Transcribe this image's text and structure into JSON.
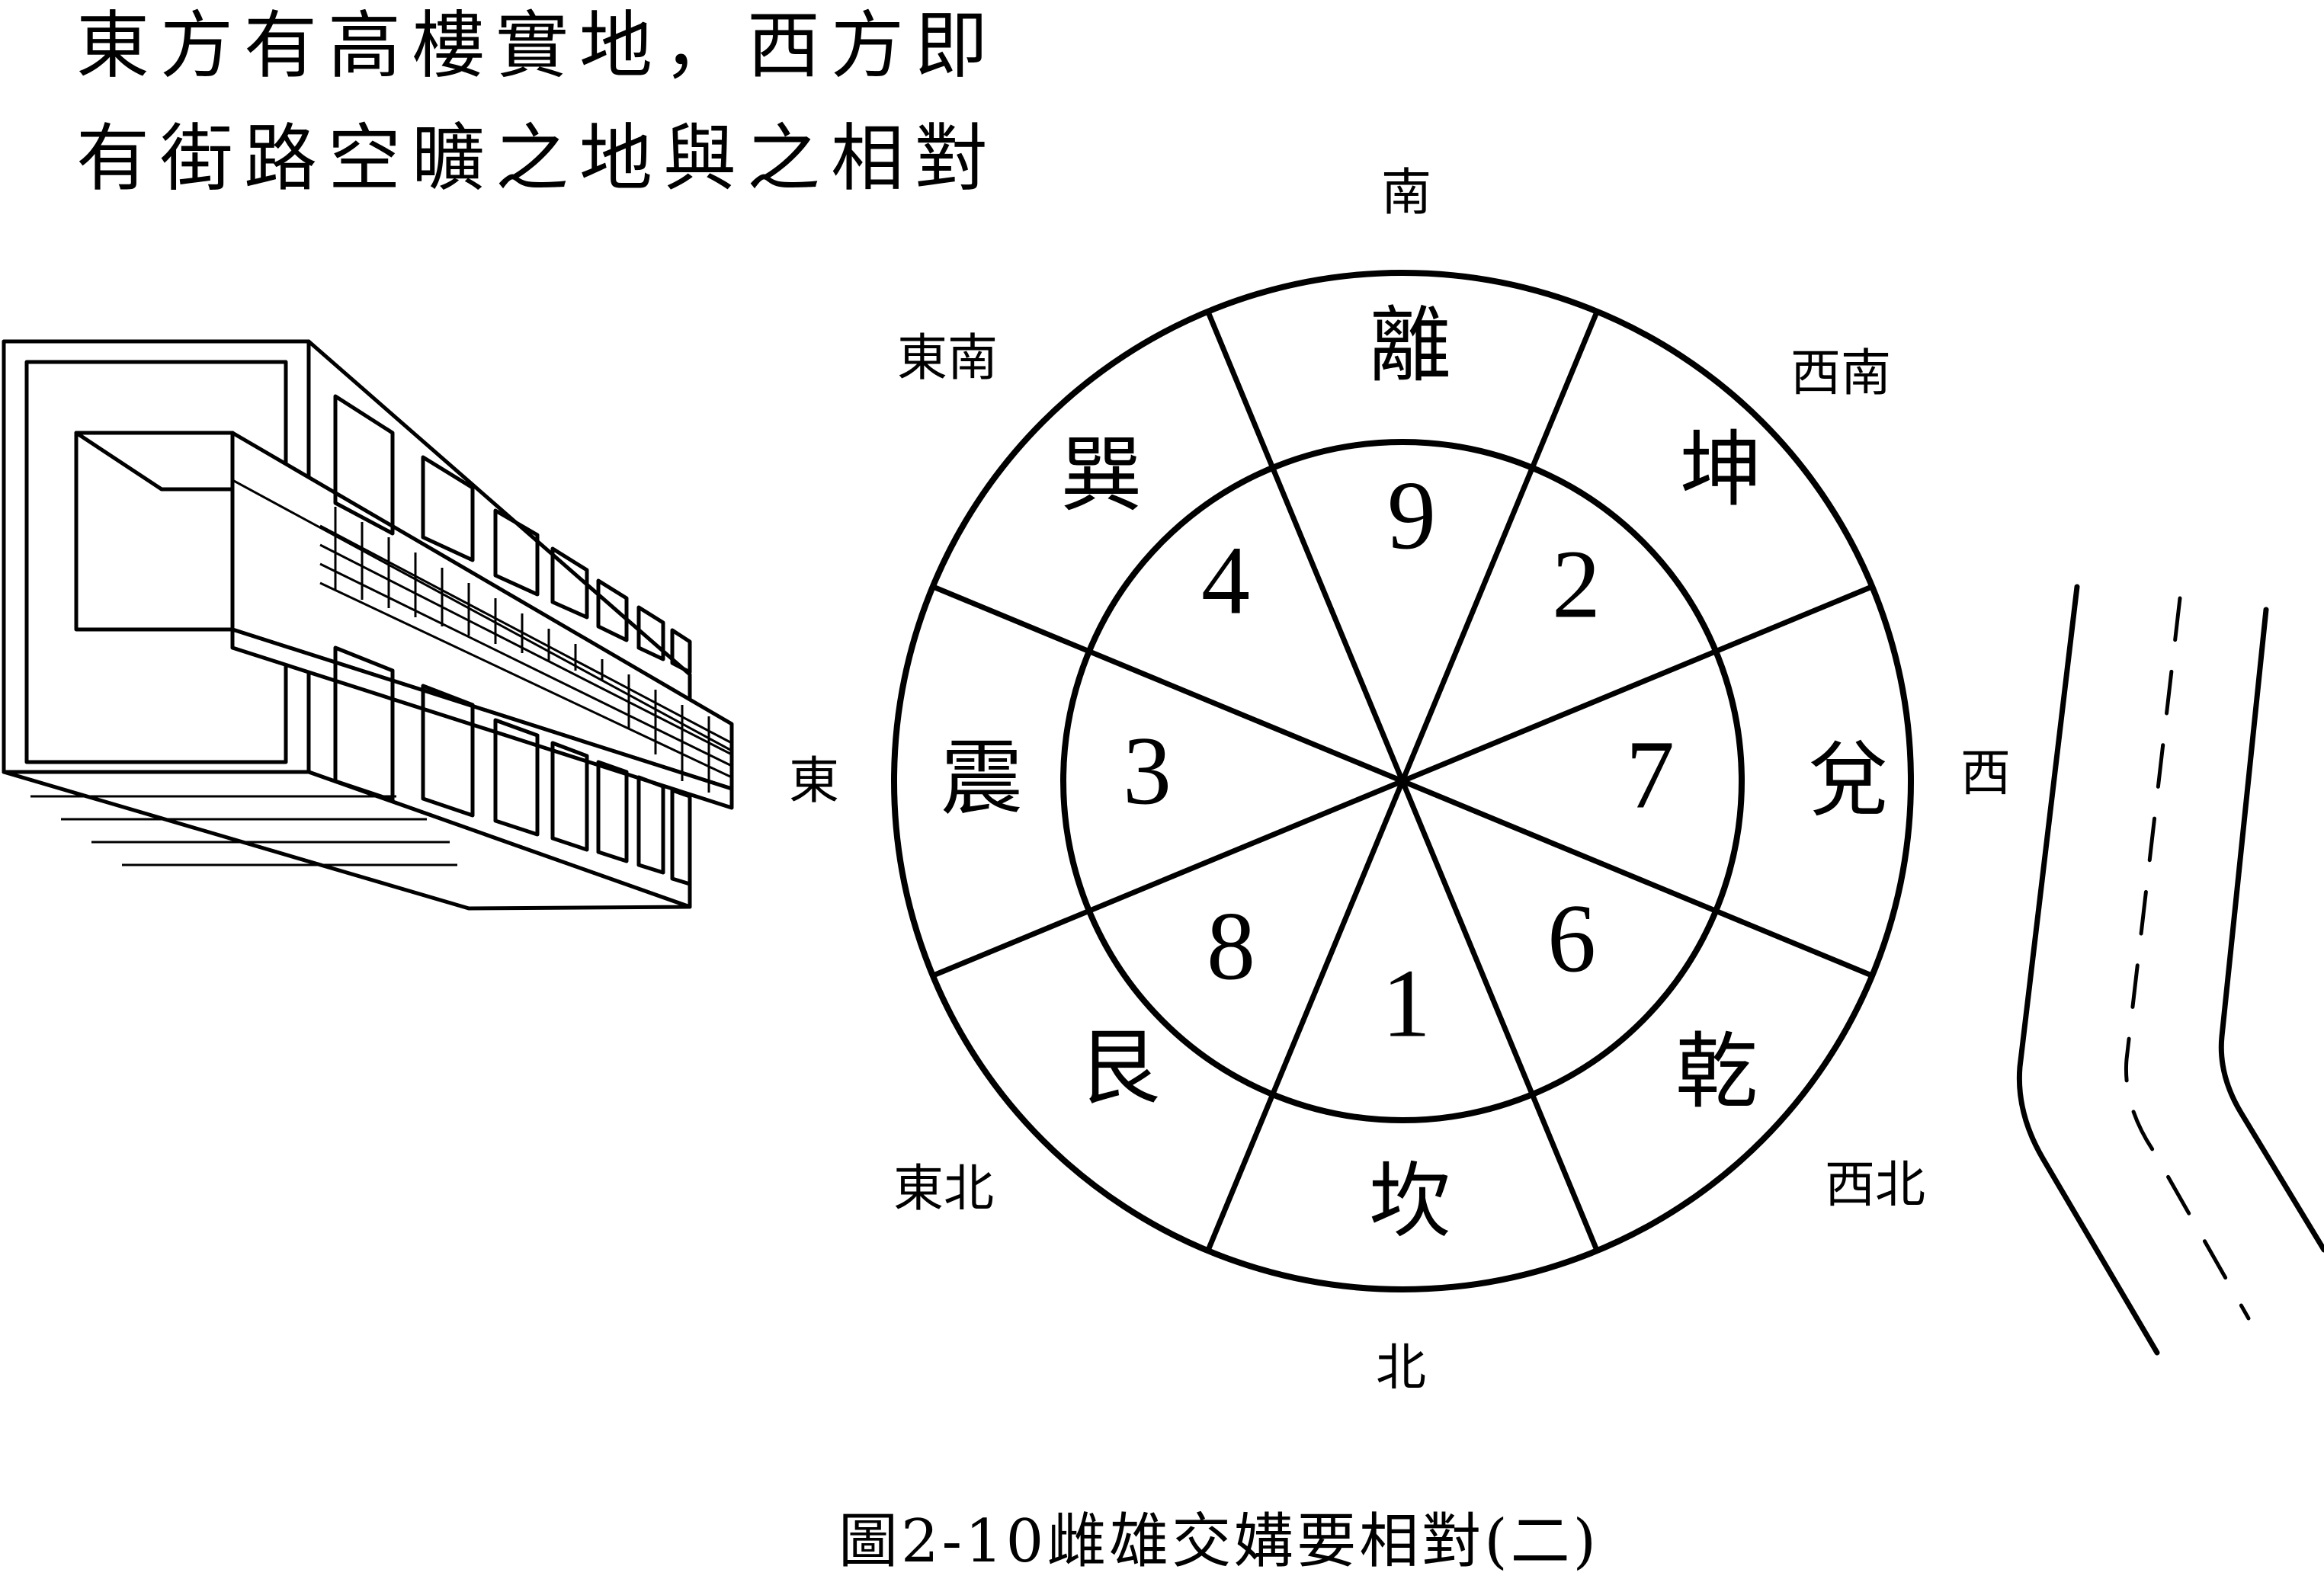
{
  "heading": {
    "line1": "東方有高樓實地，西方即",
    "line2": "有街路空曠之地與之相對"
  },
  "caption": "圖2-10雌雄交媾要相對(二)",
  "directions": {
    "south": "南",
    "southwest": "西南",
    "west": "西",
    "northwest": "西北",
    "north": "北",
    "northeast": "東北",
    "east": "東",
    "southeast": "東南"
  },
  "trigrams": {
    "south": "離",
    "southwest": "坤",
    "west": "兌",
    "northwest": "乾",
    "north": "坎",
    "northeast": "艮",
    "east": "震",
    "southeast": "巽"
  },
  "numbers": {
    "south": "9",
    "southwest": "2",
    "west": "7",
    "northwest": "6",
    "north": "1",
    "northeast": "8",
    "east": "3",
    "southeast": "4"
  }
}
